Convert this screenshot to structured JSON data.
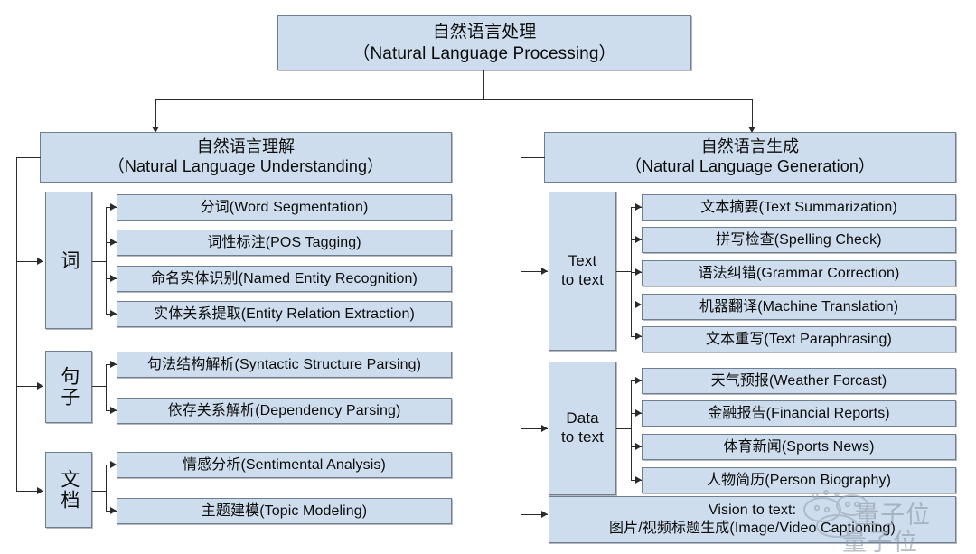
{
  "diagram": {
    "title_cn": "自然语言处理",
    "title_en": "（Natural Language Processing）",
    "root": {
      "line1": "自然语言处理",
      "line2": "（Natural Language Processing）"
    },
    "branches": [
      {
        "id": "nlu",
        "line1": "自然语言理解",
        "line2": "（Natural Language Understanding）",
        "categories": [
          {
            "label": "词",
            "leaves": [
              "分词(Word Segmentation)",
              "词性标注(POS Tagging)",
              "命名实体识别(Named Entity Recognition)",
              "实体关系提取(Entity Relation Extraction)"
            ]
          },
          {
            "label": "句子",
            "leaves": [
              "句法结构解析(Syntactic Structure Parsing)",
              "依存关系解析(Dependency Parsing)"
            ]
          },
          {
            "label": "文档",
            "leaves": [
              "情感分析(Sentimental Analysis)",
              "主题建模(Topic Modeling)"
            ]
          }
        ]
      },
      {
        "id": "nlg",
        "line1": "自然语言生成",
        "line2": "（Natural Language Generation）",
        "categories": [
          {
            "label_line1": "Text",
            "label_line2": "to text",
            "leaves": [
              "文本摘要(Text Summarization)",
              "拼写检查(Spelling Check)",
              "语法纠错(Grammar Correction)",
              "机器翻译(Machine Translation)",
              "文本重写(Text Paraphrasing)"
            ]
          },
          {
            "label_line1": "Data",
            "label_line2": "to text",
            "leaves": [
              "天气预报(Weather Forcast)",
              "金融报告(Financial Reports)",
              "体育新闻(Sports News)",
              "人物简历(Person Biography)"
            ]
          }
        ],
        "vision": {
          "line1": "Vision to text:",
          "line2": "图片/视频标题生成(Image/Video Captioning)"
        }
      }
    ]
  },
  "watermark": {
    "line1": "量子位",
    "line2": "量子位"
  },
  "colors": {
    "box_fill": "#cedded",
    "box_border": "#6d7f91",
    "connector": "#2b2b2b",
    "page_bg": "#ffffff",
    "watermark": "#8e9aa8"
  }
}
